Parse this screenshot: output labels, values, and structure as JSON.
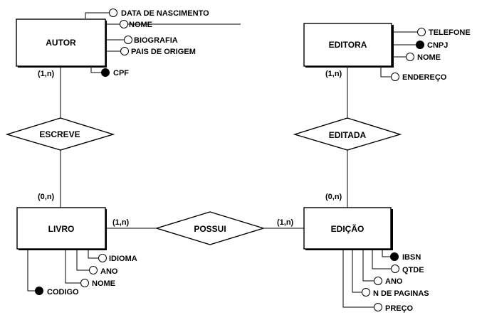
{
  "colors": {
    "line": "#000000",
    "background": "#ffffff",
    "key_attribute": "#000000",
    "plain_attribute": "#ffffff"
  },
  "entities": {
    "autor": {
      "label": "AUTOR",
      "attributes": [
        {
          "label": "DATA DE NASCIMENTO",
          "key": false
        },
        {
          "label": "NOME",
          "key": false
        },
        {
          "label": "BIOGRAFIA",
          "key": false
        },
        {
          "label": "PAIS DE ORIGEM",
          "key": false
        },
        {
          "label": "CPF",
          "key": true
        }
      ]
    },
    "editora": {
      "label": "EDITORA",
      "attributes": [
        {
          "label": "TELEFONE",
          "key": false
        },
        {
          "label": "CNPJ",
          "key": true
        },
        {
          "label": "NOME",
          "key": false
        },
        {
          "label": "ENDEREÇO",
          "key": false
        }
      ]
    },
    "livro": {
      "label": "LIVRO",
      "attributes": [
        {
          "label": "IDIOMA",
          "key": false
        },
        {
          "label": "ANO",
          "key": false
        },
        {
          "label": "NOME",
          "key": false
        },
        {
          "label": "CODIGO",
          "key": true
        }
      ]
    },
    "edicao": {
      "label": "EDIÇÃO",
      "attributes": [
        {
          "label": "IBSN",
          "key": true
        },
        {
          "label": "QTDE",
          "key": false
        },
        {
          "label": "ANO",
          "key": false
        },
        {
          "label": "N DE PAGINAS",
          "key": false
        },
        {
          "label": "PREÇO",
          "key": false
        }
      ]
    }
  },
  "relationships": {
    "escreve": {
      "label": "ESCREVE"
    },
    "editada": {
      "label": "EDITADA"
    },
    "possui": {
      "label": "POSSUI"
    }
  },
  "cardinalities": {
    "autor_escreve": "(1,n)",
    "livro_escreve": "(0,n)",
    "editora_editada": "(1,n)",
    "edicao_editada": "(0,n)",
    "livro_possui": "(1,n)",
    "edicao_possui": "(1,n)"
  }
}
